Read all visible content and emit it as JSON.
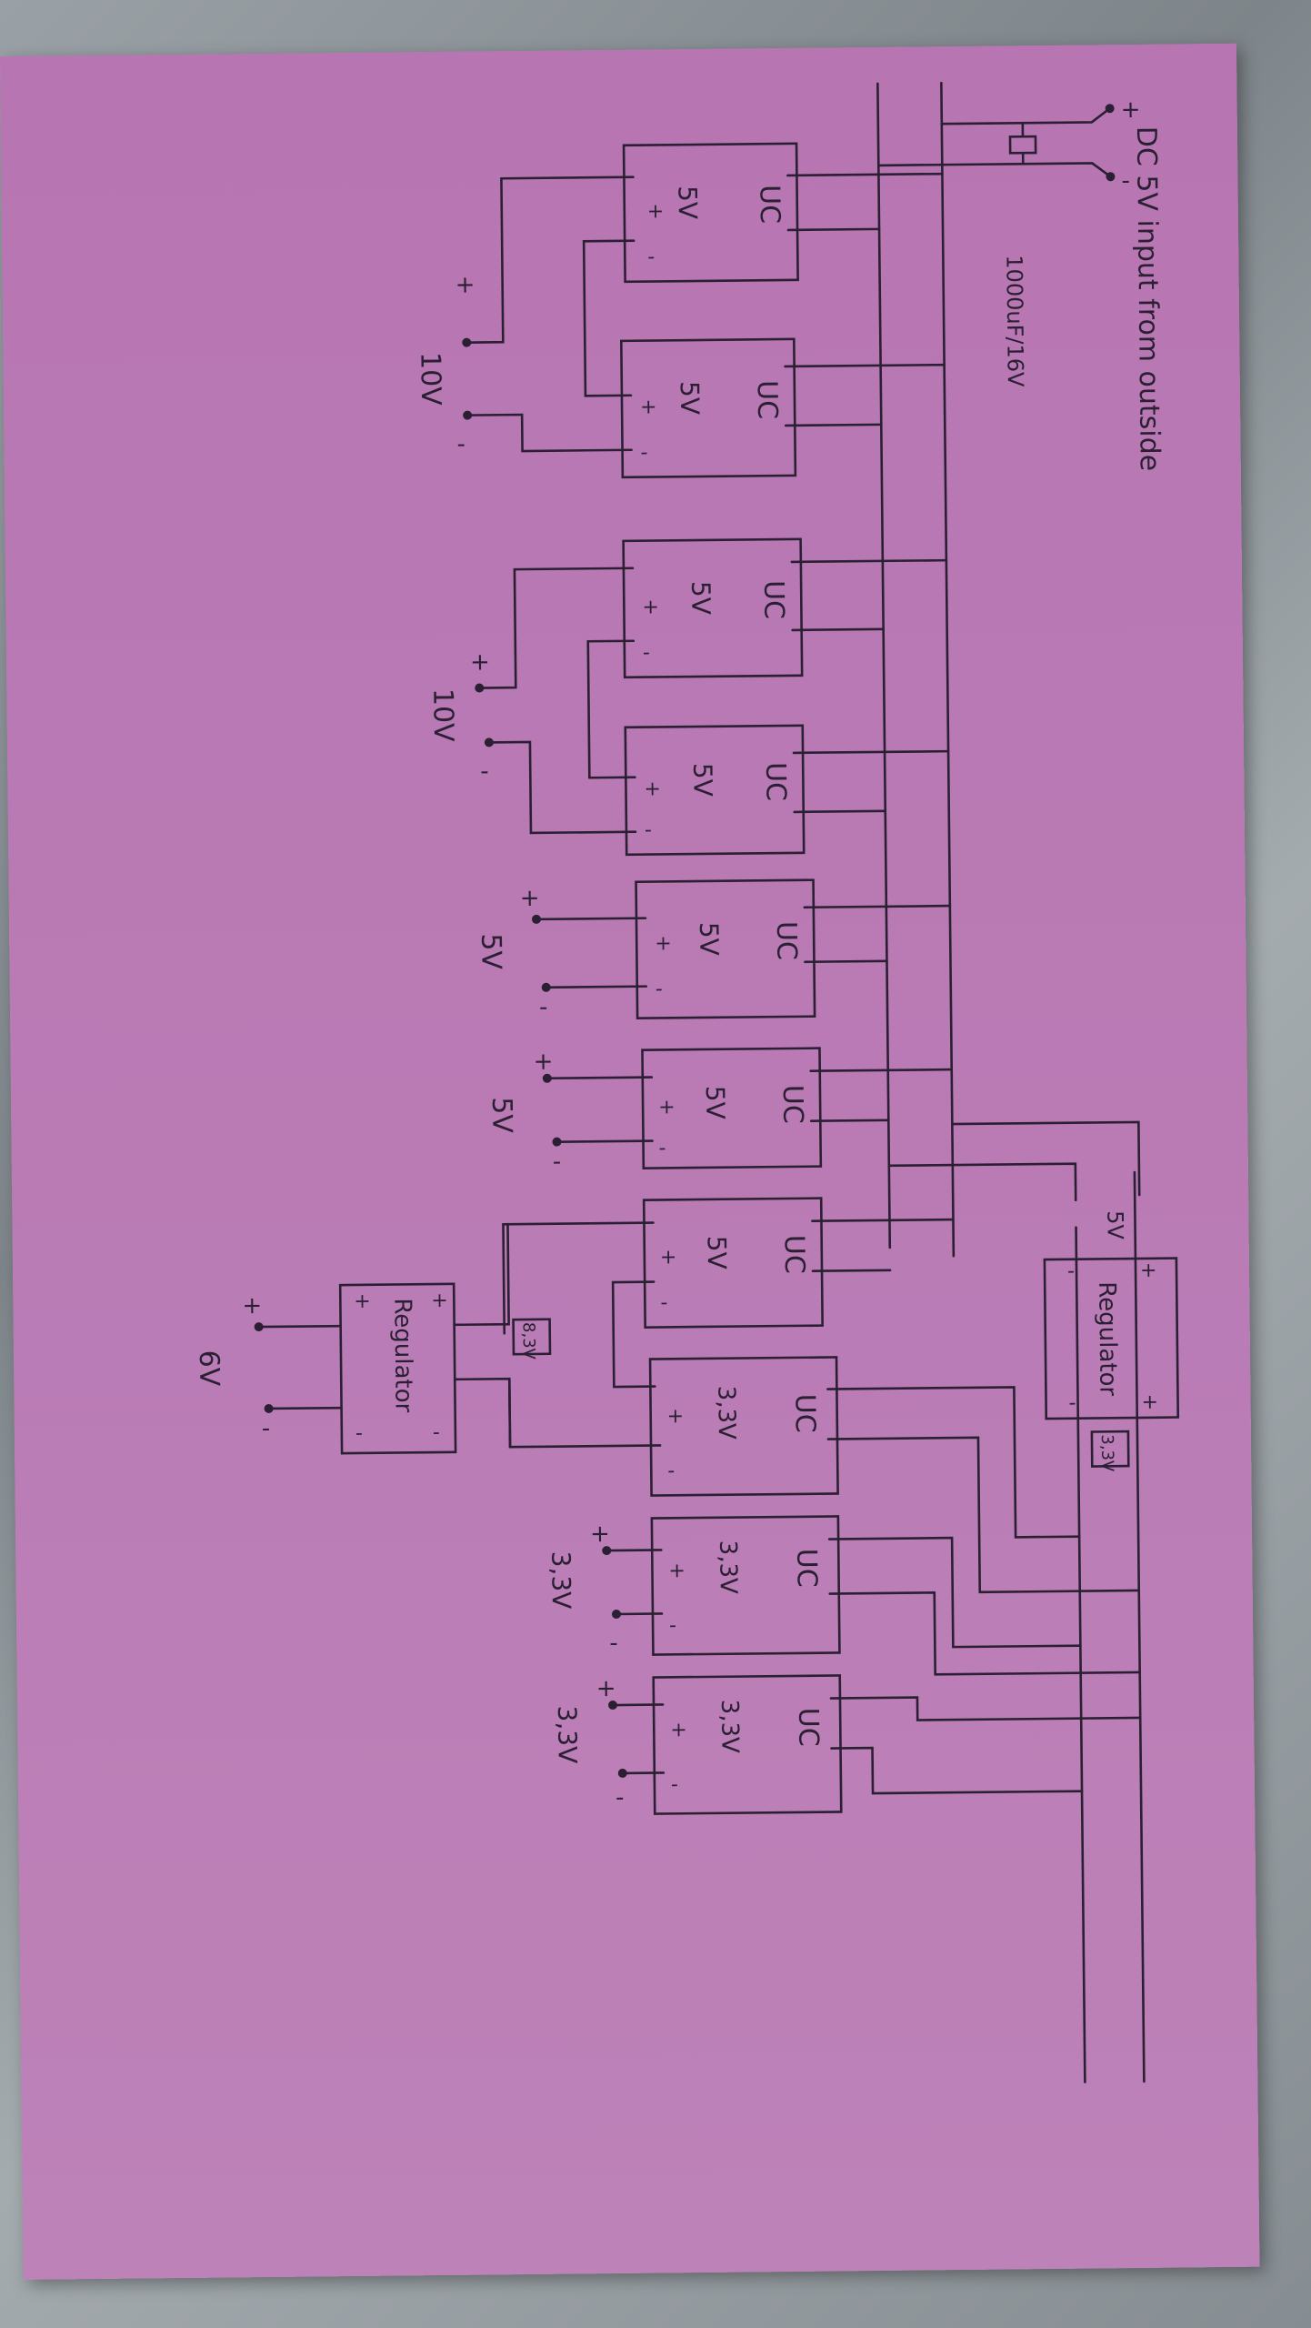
{
  "input_label": "DC 5V input from outside",
  "capacitor_label": "1000uF/16V",
  "plus": "+",
  "minus": "-",
  "converters": [
    {
      "id": "c1",
      "name": "UC",
      "voltage": "5V"
    },
    {
      "id": "c2",
      "name": "UC",
      "voltage": "5V"
    },
    {
      "id": "c3",
      "name": "UC",
      "voltage": "5V"
    },
    {
      "id": "c4",
      "name": "UC",
      "voltage": "5V"
    },
    {
      "id": "c5",
      "name": "UC",
      "voltage": "5V"
    },
    {
      "id": "c6",
      "name": "UC",
      "voltage": "5V"
    },
    {
      "id": "c7",
      "name": "UC",
      "voltage": "5V"
    },
    {
      "id": "c8",
      "name": "UC",
      "voltage": "3,3V"
    },
    {
      "id": "c9",
      "name": "UC",
      "voltage": "3,3V"
    },
    {
      "id": "c10",
      "name": "UC",
      "voltage": "3,3V"
    }
  ],
  "outputs": [
    "10V",
    "10V",
    "5V",
    "5V",
    "3,3V",
    "3,3V",
    "6V"
  ],
  "regulators": [
    {
      "id": "r1",
      "label": "Regulator",
      "input": "5V",
      "output_box": "3,3V"
    },
    {
      "id": "r2",
      "label": "Regulator",
      "input_box": "8,3V"
    }
  ]
}
